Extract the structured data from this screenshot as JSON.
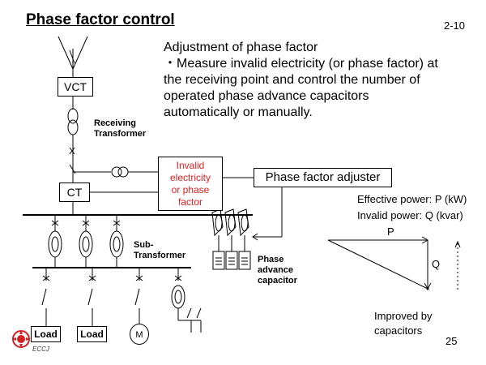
{
  "title": "Phase factor control",
  "slide_code": "2-10",
  "description": {
    "line1": "Adjustment of phase factor",
    "line2": "・Measure invalid electricity (or phase factor) at",
    "line3": "the receiving point and control the number of",
    "line4": "operated phase advance capacitors",
    "line5": "automatically or manually."
  },
  "labels": {
    "vct": "VCT",
    "ct": "CT",
    "receiving_transformer": [
      "Receiving",
      "Transformer"
    ],
    "sub_transformer": [
      "Sub-",
      "Transformer"
    ],
    "invalid_box": [
      "Invalid",
      "electricity",
      "or phase",
      "factor"
    ],
    "phase_factor_adjuster": "Phase factor adjuster",
    "phase_advance_capacitor": [
      "Phase",
      "advance",
      "capacitor"
    ],
    "load1": "Load",
    "load2": "Load",
    "motor": "M",
    "effective_power": "Effective power: P (kW)",
    "invalid_power": "Invalid power: Q (kvar)",
    "p": "P",
    "q": "Q",
    "improved": [
      "Improved by",
      "capacitors"
    ],
    "logo": "ECCJ"
  },
  "page_number": "25",
  "colors": {
    "invalid_box_text": "#e02020",
    "logo": "#d42020"
  }
}
